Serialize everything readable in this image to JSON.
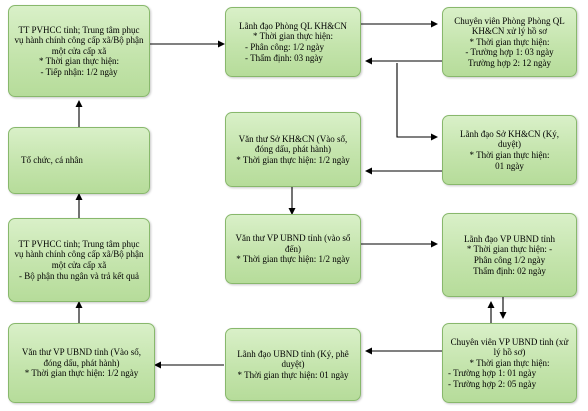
{
  "boxes": {
    "tt_pvhcc_tiep_nhan": {
      "title": "TT PVHCC tỉnh; Trung tâm phục vụ hành chính công cấp xã/Bộ phận một cửa cấp xã",
      "time_label": "* Thời gian thực hiện:",
      "lines": [
        "- Tiếp nhận: 1/2 ngày"
      ]
    },
    "lanh_dao_phong": {
      "title": "Lãnh đạo Phòng QL KH&CN",
      "time_label": "* Thời gian thực hiện:",
      "lines": [
        "- Phân công: 1/2 ngày",
        "- Thẩm định: 03 ngày"
      ]
    },
    "chuyen_vien_phong": {
      "title": "Chuyên viên Phòng Phòng QL KH&CN xử lý hồ sơ",
      "time_label": "* Thời gian thực hiện:",
      "lines": [
        "- Trường hợp 1: 03 ngày",
        "Trường hợp 2: 12 ngày"
      ]
    },
    "to_chuc_ca_nhan": {
      "title": "Tổ chức, cá nhân"
    },
    "van_thu_so": {
      "title": "Văn thư Sở KH&CN (Vào sổ, đóng dấu, phát hành)",
      "time_label": "* Thời gian thực hiện: 1/2 ngày"
    },
    "lanh_dao_so": {
      "title": "Lãnh đạo Sở KH&CN (Ký, duyệt)",
      "time_label": "* Thời gian thực hiện:",
      "lines": [
        "01 ngày"
      ]
    },
    "tt_pvhcc_tra_ket_qua": {
      "title": "TT PVHCC tỉnh; Trung tâm phục vụ hành chính công cấp xã/Bộ phận một cửa cấp xã",
      "lines": [
        "- Bộ phận thu ngân và trả kết quả"
      ]
    },
    "van_thu_ubnd_den": {
      "title": "Văn thư VP UBND tỉnh (vào sổ đến)",
      "time_label": "* Thời gian thực hiện: 1/2 ngày"
    },
    "lanh_dao_vp_ubnd": {
      "title": "Lãnh đạo VP UBND tỉnh",
      "time_label": "* Thời gian thực hiện:  -",
      "lines": [
        "Phân công 1/2 ngày",
        "Thẩm định: 02 ngày"
      ]
    },
    "van_thu_ubnd_phat_hanh": {
      "title": "Văn thư VP UBND tỉnh (Vào sổ, đóng dấu, phát hành)",
      "time_label": "* Thời gian thực hiện: 1/2 ngày"
    },
    "lanh_dao_ubnd": {
      "title": "Lãnh đạo UBND tỉnh (Ký, phê duyệt)",
      "time_label": "* Thời gian thực hiện: 01 ngày"
    },
    "chuyen_vien_vp_ubnd": {
      "title": "Chuyên viên VP UBND tỉnh (xử lý hồ sơ)",
      "time_label": "* Thời gian thực hiện:",
      "lines": [
        "- Trường hợp 1: 01 ngày",
        "- Trường hợp 2: 05 ngày"
      ]
    }
  },
  "colors": {
    "box_fill_top": "#d9f0c8",
    "box_fill_bottom": "#b6dc9a",
    "box_border": "#88b86c",
    "arrow": "#000000"
  }
}
